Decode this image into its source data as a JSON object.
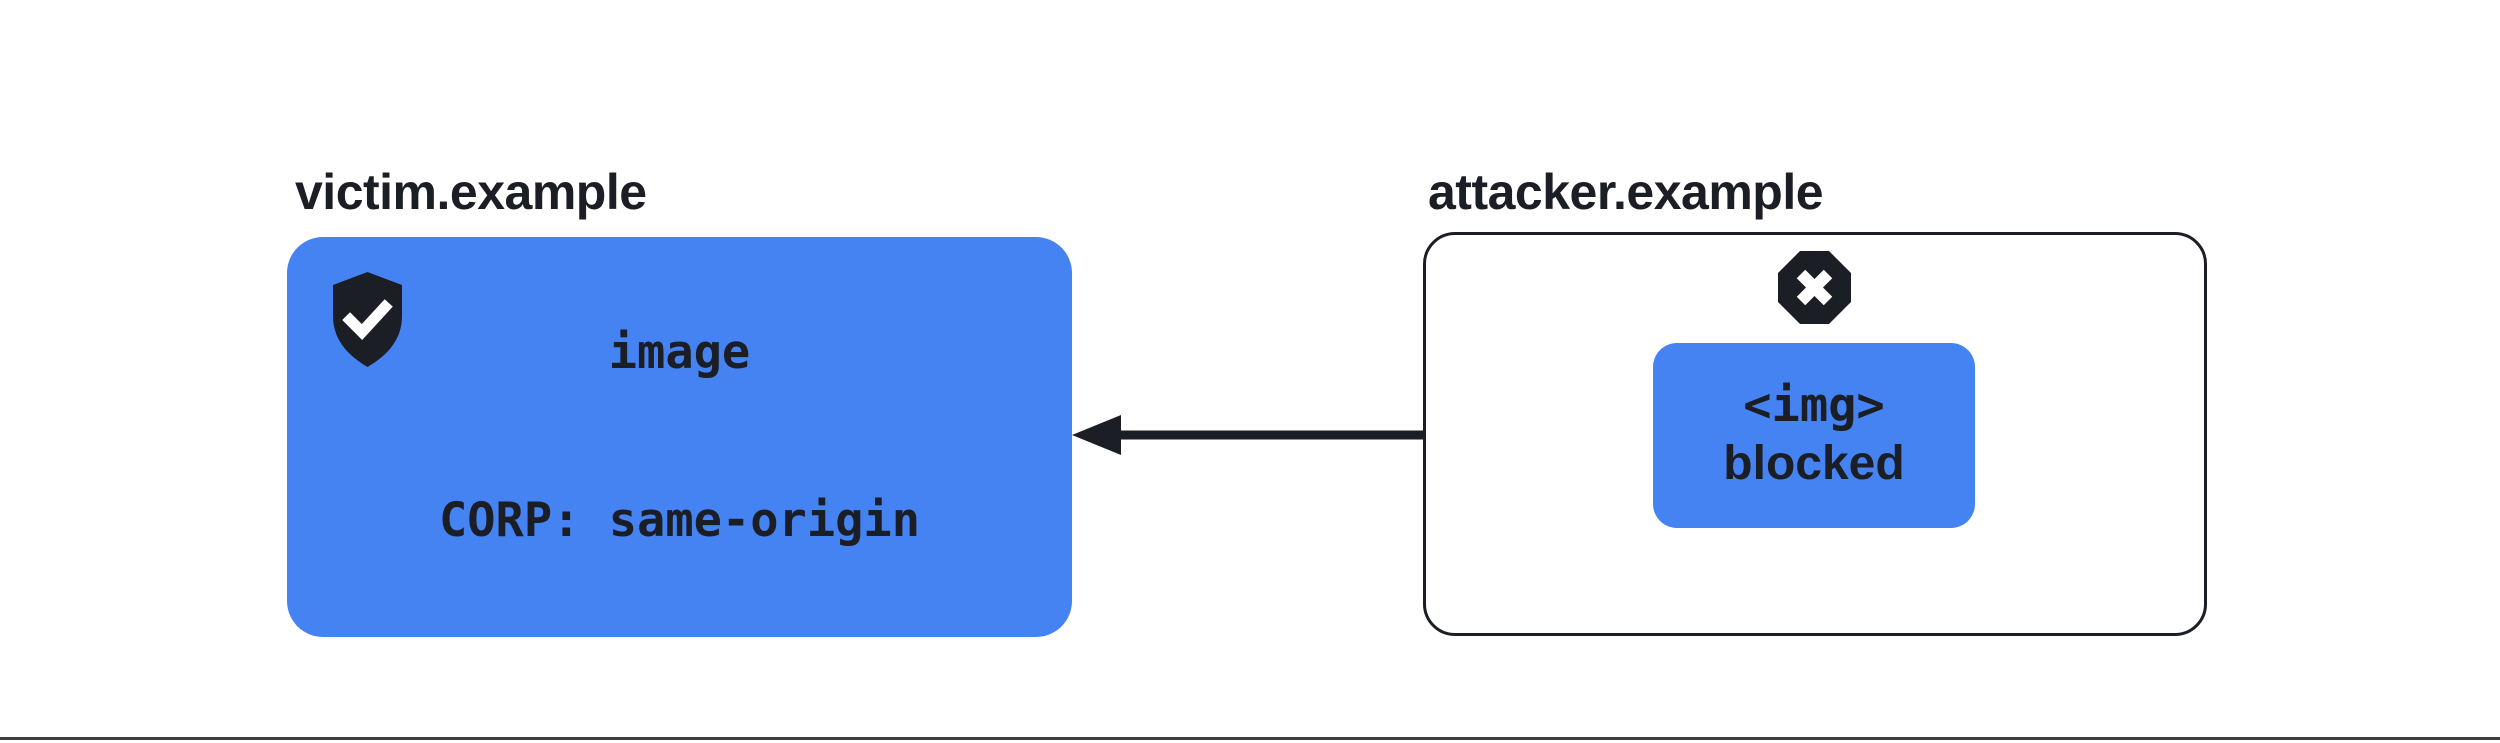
{
  "colors": {
    "accent_blue": "#4583f2",
    "dark": "#1b1e24",
    "divider_gray": "#3e3e40",
    "icon_white": "#ffffff"
  },
  "victim": {
    "label": "victim.example",
    "icon": "shield-check-icon",
    "card": {
      "line1": "image",
      "line2": "CORP: same-origin"
    }
  },
  "attacker": {
    "label": "attacker.example",
    "icon": "blocked-x-icon",
    "card": {
      "line1": "<img>",
      "line2": "blocked"
    }
  },
  "arrow": {
    "name": "cross-origin-request-arrow",
    "direction": "right-to-left"
  }
}
